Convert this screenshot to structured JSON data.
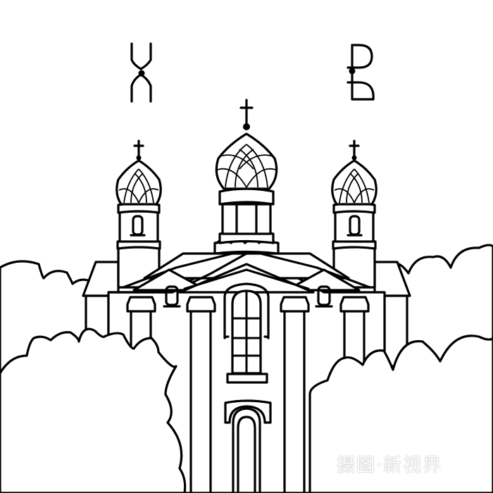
{
  "illustration": {
    "subject": "Orthodox church with three onion domes behind bushes",
    "left_glyph": "ХВ",
    "left_glyph_label": "X",
    "right_glyph_label": "B",
    "stroke_color": "#000000",
    "background_color": "#ffffff"
  },
  "watermark": {
    "text": "摄图·新视界"
  }
}
